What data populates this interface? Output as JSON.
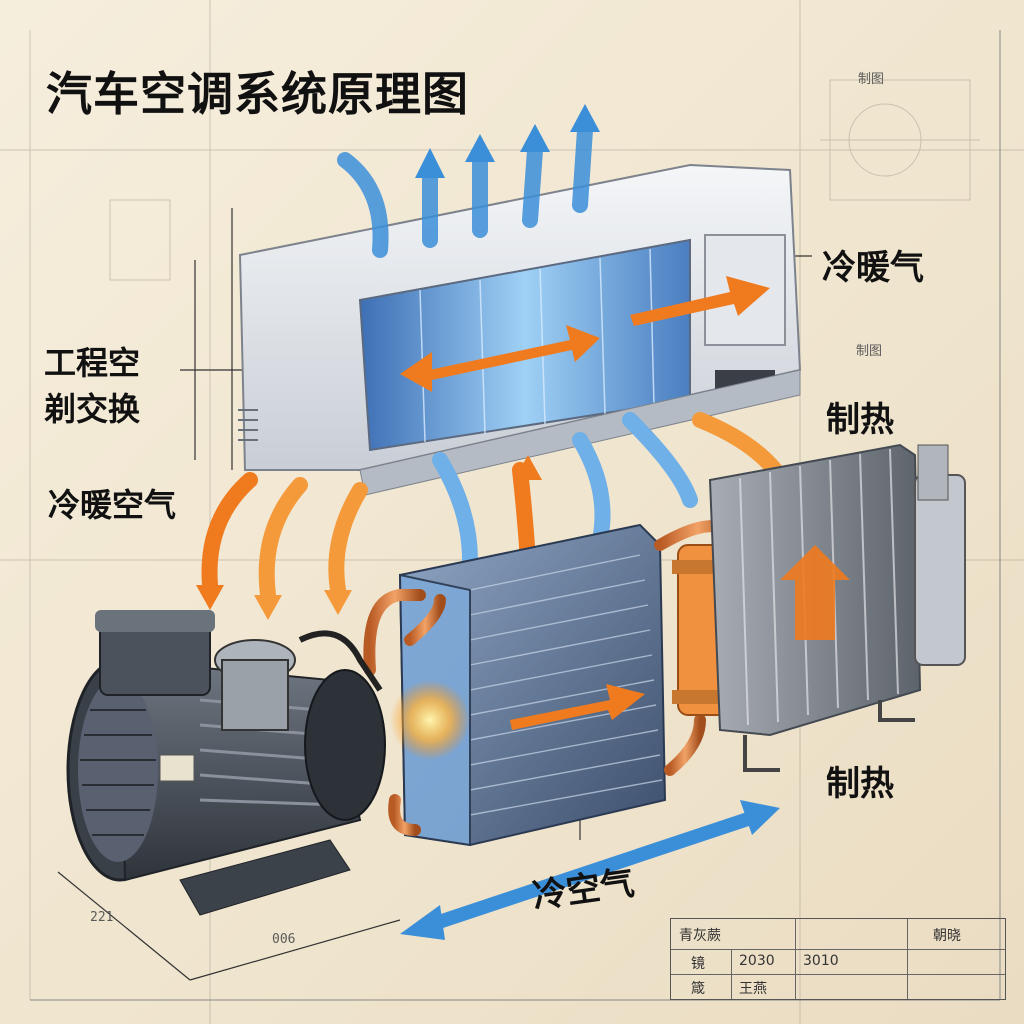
{
  "title": "汽车空调系统原理图",
  "labels": {
    "warm_air_top": "冷暖气",
    "exchange_line1": "工程空",
    "exchange_line2": "剃交换",
    "heating_1": "制热",
    "warm_air_left": "冷暖空气",
    "heating_2": "制热",
    "cold_air": "冷空气"
  },
  "dimension_text": {
    "bottom_left": "221",
    "bottom_mid": "006",
    "top_right_detail": "制图",
    "mid_right_detail": "制图"
  },
  "title_block": {
    "name": "青灰蕨",
    "stamp": "朝晓",
    "row2_label": "镜",
    "row2_val1": "2030",
    "row2_val2": "3010",
    "row3_label": "箴",
    "row3_val": "王燕"
  },
  "colors": {
    "warm_arrow": "#f07a1e",
    "cold_arrow": "#3b8fd9",
    "paper": "#f3ead8",
    "text": "#111111"
  }
}
